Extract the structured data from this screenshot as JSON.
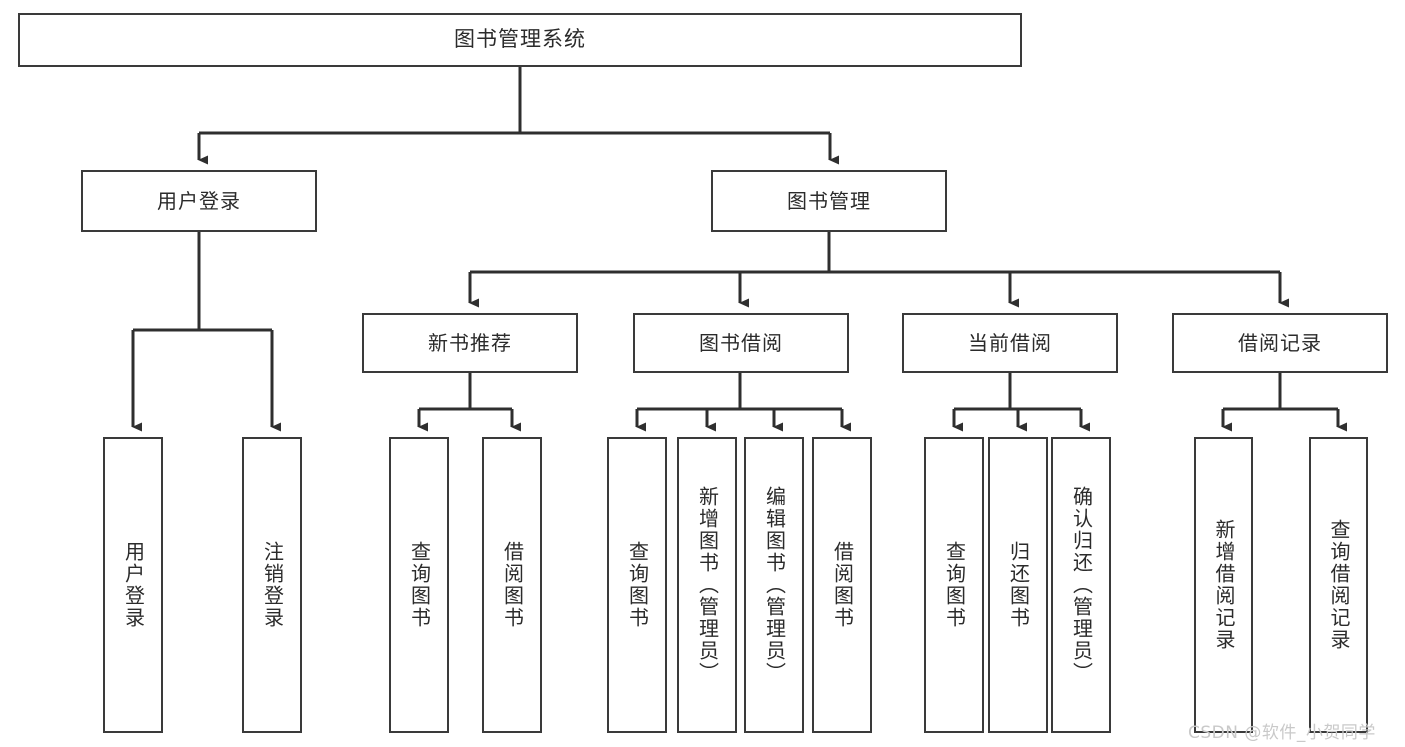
{
  "diagram": {
    "type": "tree-hierarchy-chart",
    "title": "图书管理系统",
    "colors": {
      "box_border": "#3a3a3a",
      "box_fill": "#ffffff",
      "connector": "#2f2f2f",
      "text": "#2b2b2b",
      "watermark": "#c9c9c9",
      "background": "#ffffff"
    },
    "root": {
      "label": "图书管理系统"
    },
    "level1": [
      {
        "id": "user-login",
        "label": "用户登录"
      },
      {
        "id": "book-management",
        "label": "图书管理"
      }
    ],
    "level2": [
      {
        "id": "new-book-recommend",
        "label": "新书推荐"
      },
      {
        "id": "book-borrow",
        "label": "图书借阅"
      },
      {
        "id": "current-borrow",
        "label": "当前借阅"
      },
      {
        "id": "borrow-record",
        "label": "借阅记录"
      }
    ],
    "leaves": {
      "user_login": [
        {
          "id": "leaf-user-login",
          "label": "用户登录"
        },
        {
          "id": "leaf-logout-login",
          "label": "注销登录"
        }
      ],
      "new_book_recommend": [
        {
          "id": "leaf-query-book-1",
          "label": "查询图书"
        },
        {
          "id": "leaf-borrow-book-1",
          "label": "借阅图书"
        }
      ],
      "book_borrow": [
        {
          "id": "leaf-query-book-2",
          "label": "查询图书"
        },
        {
          "id": "leaf-add-book-admin",
          "label": "新增图书（管理员）"
        },
        {
          "id": "leaf-edit-book-admin",
          "label": "编辑图书（管理员）"
        },
        {
          "id": "leaf-borrow-book-2",
          "label": "借阅图书"
        }
      ],
      "current_borrow": [
        {
          "id": "leaf-query-book-3",
          "label": "查询图书"
        },
        {
          "id": "leaf-return-book",
          "label": "归还图书"
        },
        {
          "id": "leaf-confirm-return-admin",
          "label": "确认归还（管理员）"
        }
      ],
      "borrow_record": [
        {
          "id": "leaf-add-borrow-record",
          "label": "新增借阅记录"
        },
        {
          "id": "leaf-query-borrow-record",
          "label": "查询借阅记录"
        }
      ]
    },
    "watermark": "CSDN @软件_小贺同学"
  }
}
